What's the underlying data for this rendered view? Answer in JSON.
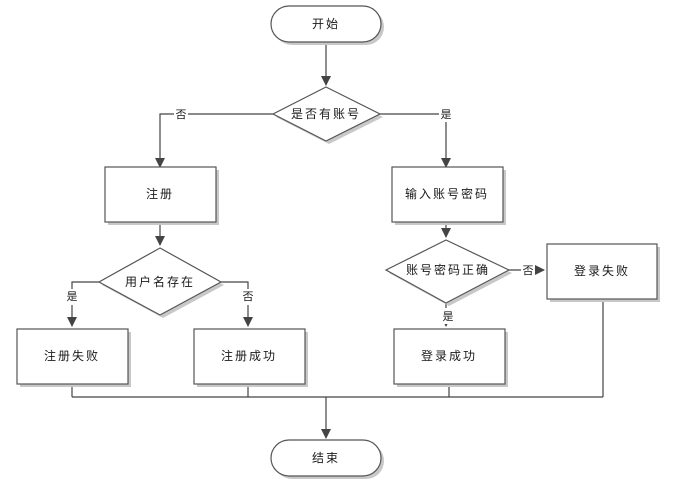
{
  "nodes": {
    "start": "开始",
    "has_account": "是否有账号",
    "register": "注册",
    "enter_credentials": "输入账号密码",
    "user_exists": "用户名存在",
    "credentials_correct": "账号密码正确",
    "login_failed": "登录失败",
    "register_failed": "注册失败",
    "register_success": "注册成功",
    "login_success": "登录成功",
    "end": "结束"
  },
  "edges": {
    "has_account_no": "否",
    "has_account_yes": "是",
    "user_exists_yes": "是",
    "user_exists_no": "否",
    "credentials_no": "否",
    "credentials_yes": "是"
  },
  "colors": {
    "stroke": "#555555",
    "shadow": "#c8c8c8",
    "line": "#444444"
  }
}
